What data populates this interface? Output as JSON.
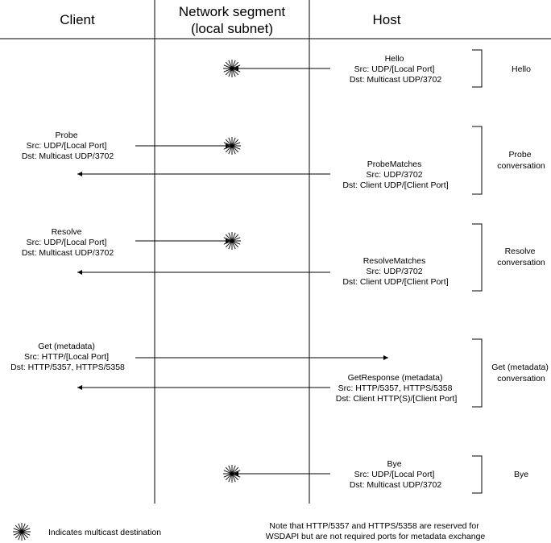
{
  "headers": {
    "client": "Client",
    "network_line1": "Network segment",
    "network_line2": "(local subnet)",
    "host": "Host"
  },
  "messages": {
    "hello": [
      "Hello",
      "Src: UDP/[Local Port]",
      "Dst: Multicast UDP/3702"
    ],
    "probe": [
      "Probe",
      "Src: UDP/[Local Port]",
      "Dst: Multicast UDP/3702"
    ],
    "probe_matches": [
      "ProbeMatches",
      "Src: UDP/3702",
      "Dst: Client UDP/[Client Port]"
    ],
    "resolve": [
      "Resolve",
      "Src: UDP/[Local Port]",
      "Dst: Multicast UDP/3702"
    ],
    "resolve_matches": [
      "ResolveMatches",
      "Src: UDP/3702",
      "Dst: Client UDP/[Client Port]"
    ],
    "get": [
      "Get (metadata)",
      "Src: HTTP/[Local Port]",
      "Dst: HTTP/5357, HTTPS/5358"
    ],
    "get_response": [
      "GetResponse (metadata)",
      "Src: HTTP/5357, HTTPS/5358",
      "Dst: Client HTTP(S)/[Client Port]"
    ],
    "bye": [
      "Bye",
      "Src: UDP/[Local Port]",
      "Dst: Multicast UDP/3702"
    ]
  },
  "groups": {
    "hello": [
      "Hello"
    ],
    "probe": [
      "Probe",
      "conversation"
    ],
    "resolve": [
      "Resolve",
      "conversation"
    ],
    "get": [
      "Get (metadata)",
      "conversation"
    ],
    "bye": [
      "Bye"
    ]
  },
  "legend": {
    "multicast": "Indicates multicast destination"
  },
  "note": {
    "line1": "Note that HTTP/5357 and HTTPS/5358 are reserved for",
    "line2": "WSDAPI but are not required ports for metadata exchange"
  }
}
